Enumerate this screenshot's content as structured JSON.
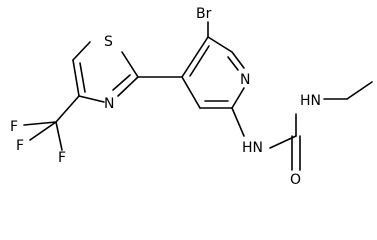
{
  "structure": {
    "atom_labels": {
      "br": "Br",
      "s": "S",
      "n_thiazole": "N",
      "n_pyridine": "N",
      "nh_ethyl": "HN",
      "nh_aryl": "HN",
      "o": "O",
      "f1": "F",
      "f2": "F",
      "f3": "F"
    }
  },
  "colors": {
    "ink": "#000000",
    "background": "#ffffff"
  }
}
